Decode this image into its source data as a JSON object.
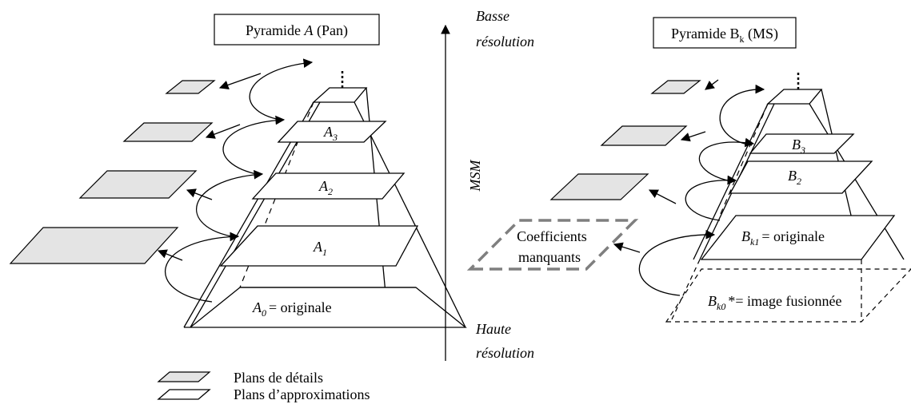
{
  "left_pyramid": {
    "title_prefix": "Pyramide ",
    "title_symbol": "A",
    "title_suffix": "  (Pan)",
    "levels": {
      "a3": {
        "symbol": "A",
        "sub": "3"
      },
      "a2": {
        "symbol": "A",
        "sub": "2"
      },
      "a1": {
        "symbol": "A",
        "sub": "1"
      },
      "a0": {
        "symbol": "A",
        "sub": "0",
        "suffix": "= originale"
      }
    }
  },
  "right_pyramid": {
    "title_prefix": "Pyramide B",
    "title_sub": "k",
    "title_suffix": " (MS)",
    "levels": {
      "b3": {
        "symbol": "B",
        "sub": "3"
      },
      "b2": {
        "symbol": "B",
        "sub": "2"
      },
      "bk1": {
        "symbol": "B",
        "sub": "k1",
        "suffix": "= originale"
      },
      "bk0": {
        "symbol": "B",
        "sub": "k0",
        "suffix": "*= image fusionnée"
      }
    },
    "missing_label_line1": "Coefficients",
    "missing_label_line2": "manquants"
  },
  "axis": {
    "top_line1": "Basse",
    "top_line2": "résolution",
    "middle": "MSM",
    "bottom_line1": "Haute",
    "bottom_line2": "résolution"
  },
  "legend": {
    "details_label": "Plans de détails",
    "approx_label": "Plans d’approximations",
    "details_color": "#e4e4e4",
    "approx_color": "#ffffff"
  }
}
